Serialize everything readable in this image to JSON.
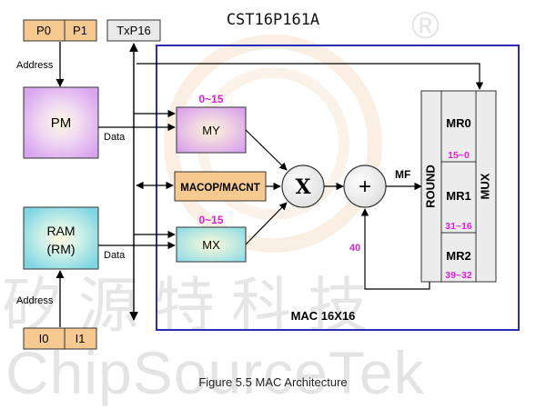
{
  "document": {
    "title": "CST16P161A",
    "caption": "Figure 5.5    MAC Architecture"
  },
  "watermark": {
    "chinese": "矽源特科技",
    "english": "ChipSourceTek",
    "registered": "®"
  },
  "blocks": {
    "p0": "P0",
    "p1": "P1",
    "i0": "I0",
    "i1": "I1",
    "txp16": "TxP16",
    "pm": "PM",
    "ram_line1": "RAM",
    "ram_line2": "(RM)",
    "my": "MY",
    "mx": "MX",
    "macop": "MACOP/MACNT",
    "multiply": "X",
    "add": "+",
    "round": "ROUND",
    "mux": "MUX",
    "mr0": "MR0",
    "mr1": "MR1",
    "mr2": "MR2",
    "mac_label": "MAC 16X16"
  },
  "labels": {
    "address_top": "Address",
    "address_bottom": "Address",
    "data_pm": "Data",
    "data_ram": "Data",
    "mf": "MF",
    "my_range": "0~15",
    "mx_range": "0~15",
    "mr0_bits": "15~0",
    "mr1_bits": "31~16",
    "mr2_bits": "39~32",
    "feedback_bits": "40"
  },
  "colors": {
    "frame": "#2b2bb8",
    "accent_magenta": "#e020d8",
    "block_orange": "#f5c990",
    "block_gray": "#e9e9e9"
  }
}
